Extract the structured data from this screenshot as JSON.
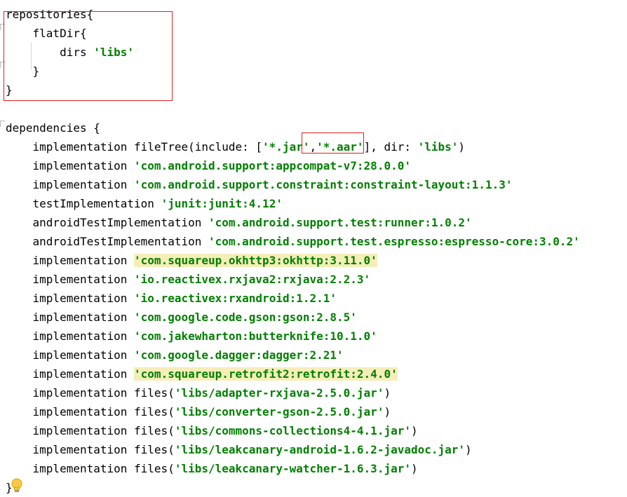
{
  "code": {
    "lines": [
      [
        {
          "t": "repositories{",
          "c": "plain"
        }
      ],
      [
        {
          "t": "    flatDir{",
          "c": "plain"
        }
      ],
      [
        {
          "t": "        dirs ",
          "c": "plain"
        },
        {
          "t": "'libs'",
          "c": "str"
        }
      ],
      [
        {
          "t": "    }",
          "c": "plain"
        }
      ],
      [
        {
          "t": "}",
          "c": "plain"
        }
      ],
      [],
      [
        {
          "t": "dependencies {",
          "c": "plain"
        }
      ],
      [
        {
          "t": "    implementation fileTree(include: [",
          "c": "plain"
        },
        {
          "t": "'*.jar'",
          "c": "str"
        },
        {
          "t": ",",
          "c": "plain"
        },
        {
          "t": "'*.aar'",
          "c": "str"
        },
        {
          "t": "], dir: ",
          "c": "plain"
        },
        {
          "t": "'libs'",
          "c": "str"
        },
        {
          "t": ")",
          "c": "plain"
        }
      ],
      [
        {
          "t": "    implementation ",
          "c": "plain"
        },
        {
          "t": "'com.android.support:appcompat-v7:28.0.0'",
          "c": "str"
        }
      ],
      [
        {
          "t": "    implementation ",
          "c": "plain"
        },
        {
          "t": "'com.android.support.constraint:constraint-layout:1.1.3'",
          "c": "str"
        }
      ],
      [
        {
          "t": "    testImplementation ",
          "c": "plain"
        },
        {
          "t": "'junit:junit:4.12'",
          "c": "str"
        }
      ],
      [
        {
          "t": "    androidTestImplementation ",
          "c": "plain"
        },
        {
          "t": "'com.android.support.test:runner:1.0.2'",
          "c": "str"
        }
      ],
      [
        {
          "t": "    androidTestImplementation ",
          "c": "plain"
        },
        {
          "t": "'com.android.support.test.espresso:espresso-core:3.0.2'",
          "c": "str"
        }
      ],
      [
        {
          "t": "    implementation ",
          "c": "plain"
        },
        {
          "t": "'com.squareup.okhttp3:okhttp:3.11.0'",
          "c": "str hl"
        }
      ],
      [
        {
          "t": "    implementation ",
          "c": "plain"
        },
        {
          "t": "'io.reactivex.rxjava2:rxjava:2.2.3'",
          "c": "str"
        }
      ],
      [
        {
          "t": "    implementation ",
          "c": "plain"
        },
        {
          "t": "'io.reactivex:rxandroid:1.2.1'",
          "c": "str"
        }
      ],
      [
        {
          "t": "    implementation ",
          "c": "plain"
        },
        {
          "t": "'com.google.code.gson:gson:2.8.5'",
          "c": "str"
        }
      ],
      [
        {
          "t": "    implementation ",
          "c": "plain"
        },
        {
          "t": "'com.jakewharton:butterknife:10.1.0'",
          "c": "str"
        }
      ],
      [
        {
          "t": "    implementation ",
          "c": "plain"
        },
        {
          "t": "'com.google.dagger:dagger:2.21'",
          "c": "str"
        }
      ],
      [
        {
          "t": "    implementation ",
          "c": "plain"
        },
        {
          "t": "'com.squareup.retrofit2:retrofit:2.4.0'",
          "c": "str hl"
        }
      ],
      [
        {
          "t": "    implementation files(",
          "c": "plain"
        },
        {
          "t": "'libs/adapter-rxjava-2.5.0.jar'",
          "c": "str"
        },
        {
          "t": ")",
          "c": "plain"
        }
      ],
      [
        {
          "t": "    implementation files(",
          "c": "plain"
        },
        {
          "t": "'libs/converter-gson-2.5.0.jar'",
          "c": "str"
        },
        {
          "t": ")",
          "c": "plain"
        }
      ],
      [
        {
          "t": "    implementation files(",
          "c": "plain"
        },
        {
          "t": "'libs/commons-collections4-4.1.jar'",
          "c": "str"
        },
        {
          "t": ")",
          "c": "plain"
        }
      ],
      [
        {
          "t": "    implementation files(",
          "c": "plain"
        },
        {
          "t": "'libs/leakcanary-android-1.6.2-javadoc.jar'",
          "c": "str"
        },
        {
          "t": ")",
          "c": "plain"
        }
      ],
      [
        {
          "t": "    implementation files(",
          "c": "plain"
        },
        {
          "t": "'libs/leakcanary-watcher-1.6.3.jar'",
          "c": "str"
        },
        {
          "t": ")",
          "c": "plain"
        }
      ],
      [
        {
          "t": "}",
          "c": "plain"
        }
      ]
    ]
  },
  "colors": {
    "string": "#008000",
    "highlight": "#f5eeb8",
    "annotation_box": "#e02020"
  },
  "icons": {
    "intention": "lightbulb-icon"
  }
}
